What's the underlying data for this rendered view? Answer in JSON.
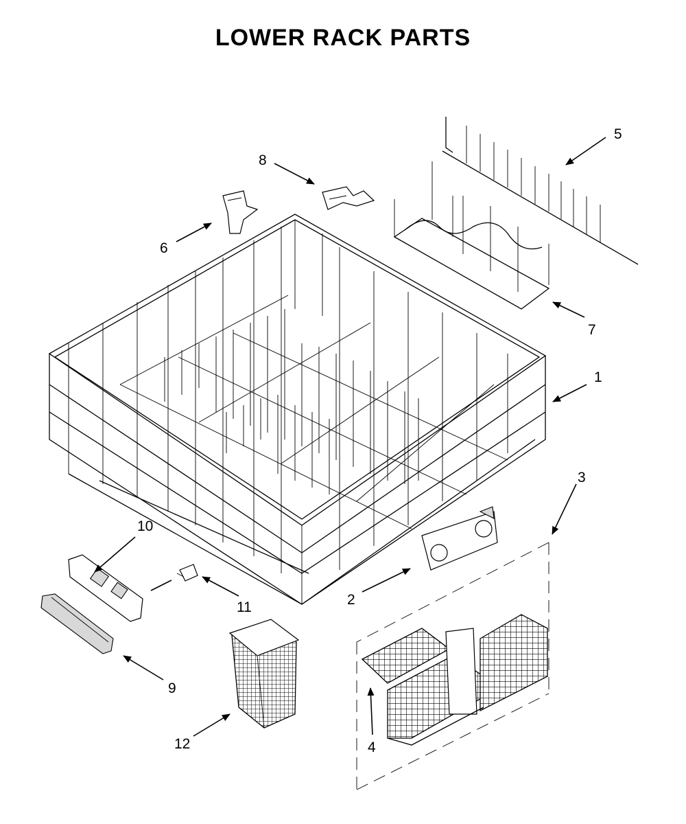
{
  "diagram": {
    "title": "LOWER RACK PARTS",
    "callouts": [
      {
        "id": "1",
        "label": "1"
      },
      {
        "id": "2",
        "label": "2"
      },
      {
        "id": "3",
        "label": "3"
      },
      {
        "id": "4",
        "label": "4"
      },
      {
        "id": "5",
        "label": "5"
      },
      {
        "id": "6",
        "label": "6"
      },
      {
        "id": "7",
        "label": "7"
      },
      {
        "id": "8",
        "label": "8"
      },
      {
        "id": "9",
        "label": "9"
      },
      {
        "id": "10",
        "label": "10"
      },
      {
        "id": "11",
        "label": "11"
      },
      {
        "id": "12",
        "label": "12"
      }
    ]
  }
}
